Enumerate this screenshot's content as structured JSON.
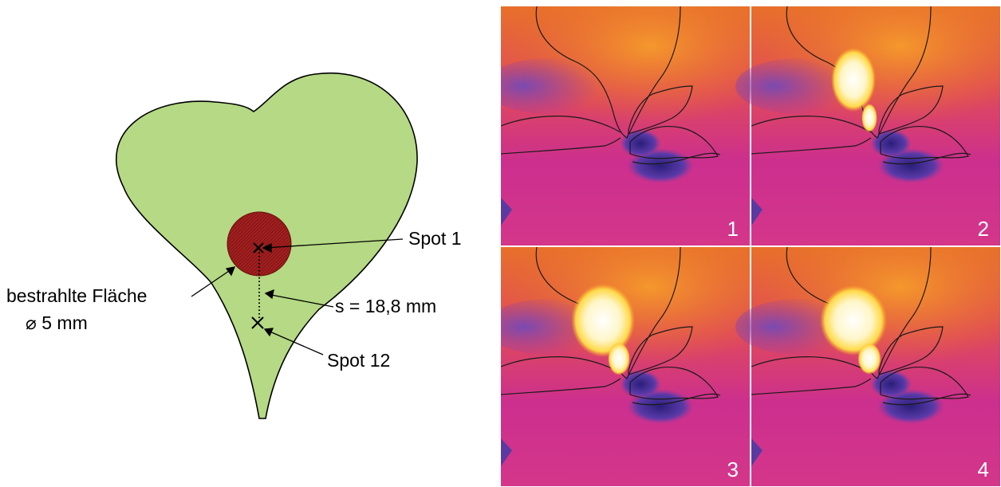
{
  "diagram": {
    "spot1_label": "Spot 1",
    "spot12_label": "Spot 12",
    "distance_label": "s = 18,8 mm",
    "area_label": "bestrahlte Fläche",
    "diameter_label": "⌀ 5 mm",
    "colors": {
      "leaf_fill": "#b5d984",
      "irradiated_spot": "#9e1e1e"
    }
  },
  "thermal_panels": [
    {
      "number": "1",
      "hotspot": "none"
    },
    {
      "number": "2",
      "hotspot": "small"
    },
    {
      "number": "3",
      "hotspot": "medium"
    },
    {
      "number": "4",
      "hotspot": "large"
    }
  ],
  "thermal_colors": {
    "warm": "#f0862a",
    "mid": "#d22f86",
    "cool": "#3a2a8e",
    "hot": "#fffbe6"
  }
}
